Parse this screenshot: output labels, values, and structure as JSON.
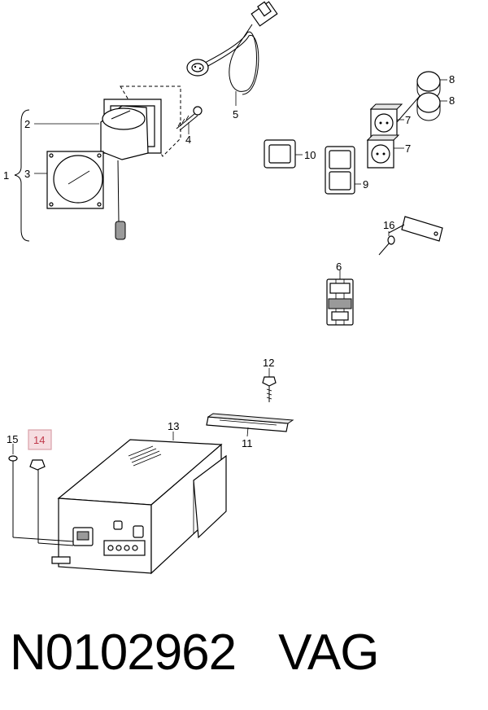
{
  "callouts": {
    "c1": "1",
    "c2": "2",
    "c3": "3",
    "c4": "4",
    "c5": "5",
    "c6": "6",
    "c7a": "7",
    "c7b": "7",
    "c8a": "8",
    "c8b": "8",
    "c9": "9",
    "c10": "10",
    "c11": "11",
    "c12": "12",
    "c13": "13",
    "c14": "14",
    "c15": "15",
    "c16": "16"
  },
  "highlighted_part": "14",
  "colors": {
    "highlight_fill": "#f6dde1",
    "highlight_text": "#c0394b"
  },
  "footer": {
    "part_number": "N0102962",
    "brand": "VAG"
  }
}
